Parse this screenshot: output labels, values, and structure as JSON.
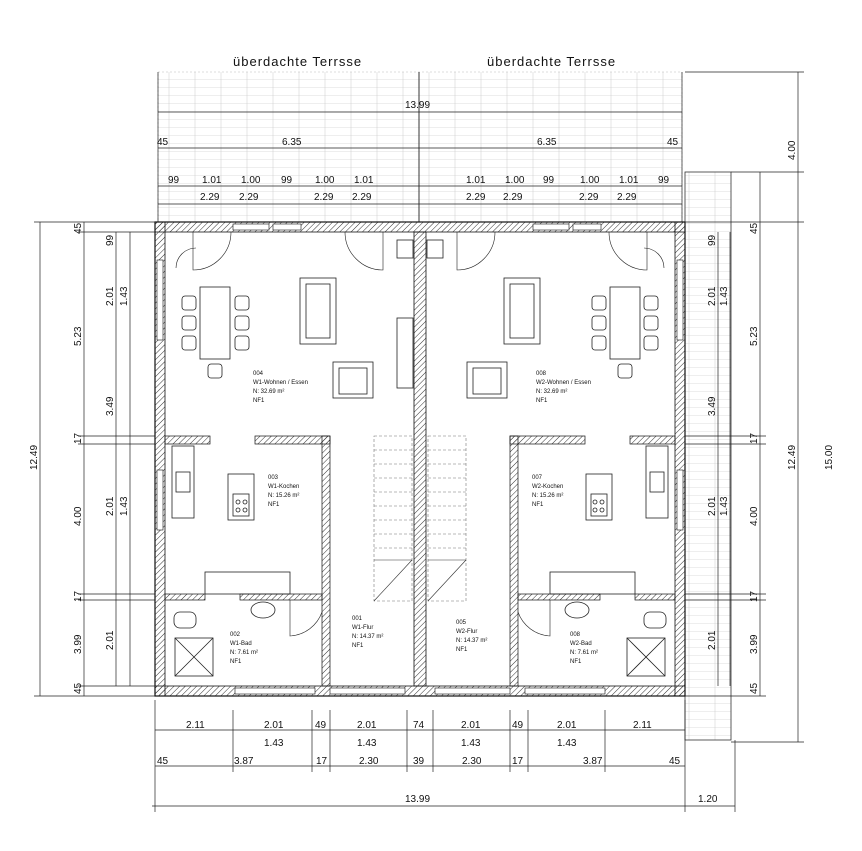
{
  "terrace_labels": [
    "überdachte Terrsse",
    "überdachte Terrsse"
  ],
  "top_dims": {
    "overall": "13.99",
    "row2": [
      "45",
      "6.35",
      "6.35",
      "45"
    ],
    "row3": [
      "99",
      "1.01",
      "1.00",
      "99",
      "1.00",
      "1.01",
      "1.01",
      "1.00",
      "99",
      "1.00",
      "1.01",
      "99"
    ],
    "row3b": [
      "2.29",
      "2.29",
      "2.29",
      "2.29",
      "2.29",
      "2.29",
      "2.29",
      "2.29"
    ]
  },
  "bottom_dims": {
    "row1": [
      "2.11",
      "2.01",
      "49",
      "2.01",
      "74",
      "2.01",
      "49",
      "2.01",
      "2.11"
    ],
    "row1b": [
      "1.43",
      "1.43",
      "1.43",
      "1.43"
    ],
    "row2": [
      "45",
      "3.87",
      "17",
      "2.30",
      "39",
      "2.30",
      "17",
      "3.87",
      "45"
    ],
    "overall": "13.99",
    "extra": "1.20"
  },
  "left_dims": {
    "outer": "12.49",
    "mid": [
      "45",
      "5.23",
      "17",
      "4.00",
      "17",
      "3.99",
      "45"
    ],
    "inner": [
      "99",
      "2.01",
      "3.49",
      "2.01",
      "2.01"
    ],
    "inner_b": [
      "1.43",
      "1.43"
    ]
  },
  "right_dims": {
    "outer": "15.00",
    "top": "4.00",
    "mid": "12.49",
    "inner": [
      "45",
      "5.23",
      "17",
      "4.00",
      "17",
      "3.99",
      "45"
    ],
    "small": [
      "99",
      "2.01",
      "3.49",
      "2.01",
      "2.01"
    ],
    "small_b": [
      "1.43",
      "1.43"
    ]
  },
  "rooms": [
    {
      "id": "004",
      "name": "W1-Wohnen / Essen",
      "area": "N: 32.69 m²",
      "type": "NF1"
    },
    {
      "id": "003",
      "name": "W1-Kochen",
      "area": "N: 15.26 m²",
      "type": "NF1"
    },
    {
      "id": "002",
      "name": "W1-Bad",
      "area": "N: 7.61 m²",
      "type": "NF1"
    },
    {
      "id": "001",
      "name": "W1-Flur",
      "area": "N: 14.37 m²",
      "type": "NF1"
    },
    {
      "id": "005",
      "name": "W2-Flur",
      "area": "N: 14.37 m²",
      "type": "NF1"
    },
    {
      "id": "008",
      "name": "W2-Wohnen / Essen",
      "area": "N: 32.69 m²",
      "type": "NF1"
    },
    {
      "id": "007",
      "name": "W2-Kochen",
      "area": "N: 15.26 m²",
      "type": "NF1"
    },
    {
      "id": "008",
      "name": "W2-Bad",
      "area": "N: 7.61 m²",
      "type": "NF1"
    }
  ]
}
